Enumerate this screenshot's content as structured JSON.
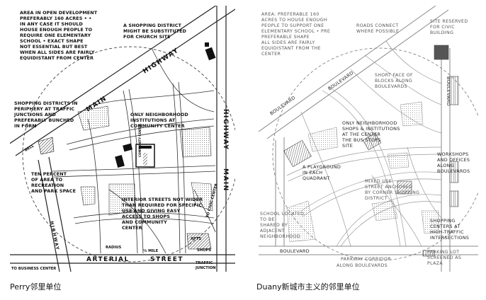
{
  "perry": {
    "caption": "Perry邻里单位",
    "notes": {
      "area": [
        "AREA IN OPEN DEVELOPMENT",
        "PREFERABLY 160 ACRES • •",
        "IN ANY CASE IT SHOULD",
        "HOUSE ENOUGH PEOPLE TO",
        "REQUIRE ONE ELEMENTARY",
        "SCHOOL • EXACT SHAPE",
        "NOT ESSENTIAL BUT BEST",
        "WHEN ALL SIDES ARE FAIRLY",
        "EQUIDISTANT FROM CENTER"
      ],
      "shopping_sub": [
        "A SHOPPING DISTRICT",
        "MIGHT BE SUBSTITUTED",
        "FOR CHURCH SITE"
      ],
      "shopping_periphery": [
        "SHOPPING DISTRICTS IN",
        "PERIPHERY AT TRAFFIC",
        "JUNCTIONS AND",
        "PREFERABLY BUNCHED",
        "IN FORM"
      ],
      "institutions": [
        "ONLY NEIGHBORHOOD",
        "INSTITUTIONS AT",
        "COMMUNITY CENTER"
      ],
      "park": [
        "TEN PERCENT",
        "OF AREA TO",
        "RECREATION",
        "AND PARK SPACE"
      ],
      "interior": [
        "INTERIOR STREETS NOT WIDER",
        "THAN REQUIRED FOR SPECIFIC",
        "USE AND GIVING EASY",
        "ACCESS TO SHOPS",
        "AND COMMUNITY",
        "CENTER"
      ]
    },
    "labels": {
      "main_highway_top": "MAIN",
      "highway_top": "HIGHWAY",
      "highway_right": "HIGHWAY",
      "main_right": "MAIN",
      "highway_left": "HIGHWAY",
      "arterial": "ARTERIAL",
      "street": "STREET",
      "community_center": "COMMUNITY CENTER",
      "radius": "RADIUS",
      "quarter_mile": "¼ MILE",
      "shops": "SHOPS",
      "apts": "APTS",
      "to_business_center": "TO BUSINESS CENTER",
      "to_civic_center": "TO CIVIC CENTER",
      "traffic_junction": [
        "TRAFFIC",
        "JUNCTION"
      ],
      "bell": "BELL"
    }
  },
  "duany": {
    "caption": "Duany新城市主义的邻里单位",
    "notes": {
      "area": [
        "AREA: PREFERABLE 160",
        "ACRES TO HOUSE ENOUGH",
        "PEOPLE TO SUPPORT ONE",
        "ELEMENTARY SCHOOL • PRE",
        "PREFERABLE SHAPE",
        "ALL SIDES ARE FAIRLY",
        "EQUIDISTANT FROM THE",
        "CENTER"
      ],
      "roads": [
        "ROADS CONNECT",
        "WHERE POSSIBLE"
      ],
      "civic": [
        "SITE RESERVED",
        "FOR CIVIC",
        "BUILDING"
      ],
      "blocks": [
        "SHORT FACE OF",
        "BLOCKS ALONG",
        "BOULEVARDS"
      ],
      "institutions": [
        "ONLY NEIGHBORHOOD",
        "SHOPS & INSTITUTIONS",
        "AT THE CENTER",
        "THE BUS STOPS",
        "SITE"
      ],
      "playground": [
        "A PLAYGROUND",
        "IN EACH",
        "QUADRANT"
      ],
      "mixed": [
        "MIXED USE",
        "STREET ANCHORED",
        "BY CORNER SHOPPING",
        "DISTRICT"
      ],
      "workshops": [
        "WORKSHOPS",
        "AND OFFICES",
        "ALONG",
        "BOULEVARDS"
      ],
      "school": [
        "SCHOOL LOCATED",
        "TO BE",
        "SHARED BY",
        "ADJACENT",
        "NEIGHBORHOOD"
      ],
      "shopping": [
        "SHOPPING",
        "CENTERS AT",
        "HIGH-TRAFFIC",
        "INTERSECTIONS"
      ],
      "parking": [
        "PARKING LOT",
        "SCREENED AS",
        "PLAZA"
      ],
      "parkway": [
        "PARKWAY CORRIDOR",
        "ALONG BOULEVARDS"
      ]
    },
    "labels": {
      "boulevard_top": "BOULEVARD",
      "boulevard_left": "BOULEVARD",
      "boulevard_right": "BOULEVARD",
      "boulevard_bottom": "BOULEVARD"
    }
  }
}
